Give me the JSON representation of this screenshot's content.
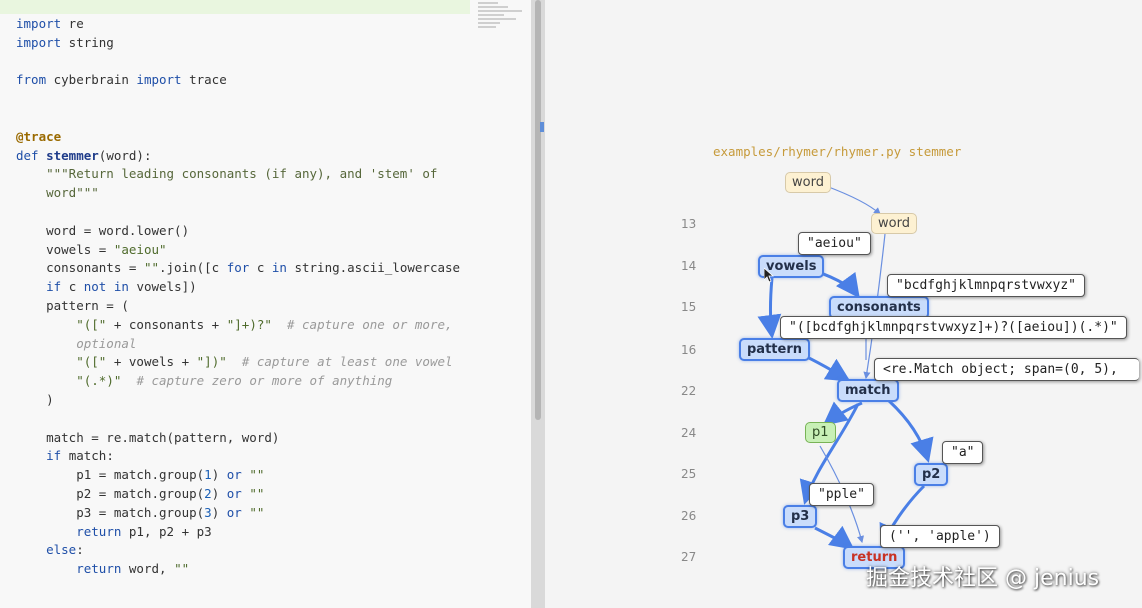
{
  "editor": {
    "lines": [
      "import re",
      "import string",
      "",
      "from cyberbrain import trace",
      "",
      "",
      "@trace",
      "def stemmer(word):",
      "    \"\"\"Return leading consonants (if any), and 'stem' of",
      "    word\"\"\"",
      "",
      "    word = word.lower()",
      "    vowels = \"aeiou\"",
      "    consonants = \"\".join([c for c in string.ascii_lowercase",
      "    if c not in vowels])",
      "    pattern = (",
      "        \"([\" + consonants + \"]+)?\"  # capture one or more,",
      "        optional",
      "        \"([\" + vowels + \"])\"  # capture at least one vowel",
      "        \"(.*)\"  # capture zero or more of anything",
      "    )",
      "",
      "    match = re.match(pattern, word)",
      "    if match:",
      "        p1 = match.group(1) or \"\"",
      "        p2 = match.group(2) or \"\"",
      "        p3 = match.group(3) or \"\"",
      "        return p1, p2 + p3",
      "    else:",
      "        return word, \"\""
    ]
  },
  "viz": {
    "title": "examples/rhymer/rhymer.py stemmer",
    "line_numbers": [
      "13",
      "14",
      "15",
      "16",
      "22",
      "24",
      "25",
      "26",
      "27"
    ],
    "nodes": {
      "word_input": "word",
      "word": "word",
      "vowels": "vowels",
      "consonants": "consonants",
      "pattern": "pattern",
      "match": "match",
      "p1": "p1",
      "p2": "p2",
      "p3": "p3",
      "return": "return"
    },
    "values": {
      "vowels": "\"aeiou\"",
      "consonants": "\"bcdfghjklmnpqrstvwxyz\"",
      "pattern": "\"([bcdfghjklmnpqrstvwxyz]+)?([aeiou])(.*)\"",
      "match": "<re.Match object; span=(0, 5),",
      "p2": "\"a\"",
      "p3": "\"pple\"",
      "return": "('', 'apple')"
    }
  },
  "watermark": "掘金技术社区 @ jenius",
  "colors": {
    "edge": "#4a7fe6",
    "node_fill": "#c9dcfb",
    "title": "#c69a3a"
  }
}
